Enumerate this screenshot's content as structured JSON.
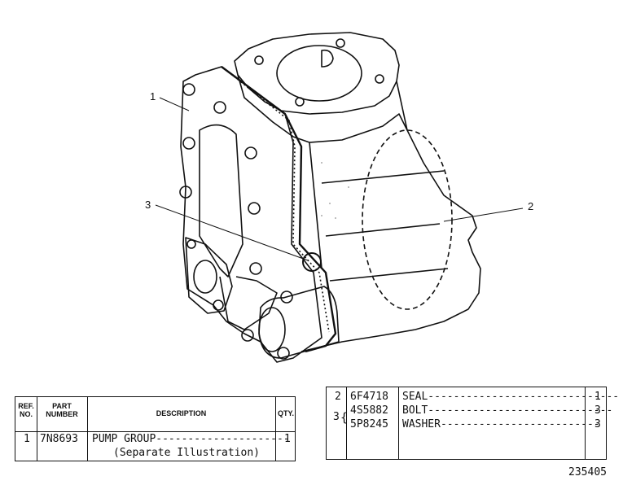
{
  "callouts": {
    "c1": "1",
    "c2": "2",
    "c3": "3"
  },
  "left_table": {
    "headers": {
      "ref": "REF. NO.",
      "part": "PART NUMBER",
      "desc": "DESCRIPTION",
      "qty": "QTY."
    },
    "rows": [
      {
        "ref": "1",
        "part": "7N8693",
        "desc": "PUMP GROUP---------------------",
        "desc2": "(Separate Illustration)",
        "qty": "1"
      }
    ]
  },
  "right_table": {
    "rows": [
      {
        "ref": "2",
        "part": "6F4718",
        "desc": "SEAL------------------------------",
        "qty": "1"
      },
      {
        "ref": "3",
        "part": "4S5882",
        "desc": "BOLT-----------------------------",
        "qty": "3"
      },
      {
        "ref": "",
        "part": "5P8245",
        "desc": "WASHER-------------------------",
        "qty": "3"
      }
    ]
  },
  "figure_number": "235405"
}
